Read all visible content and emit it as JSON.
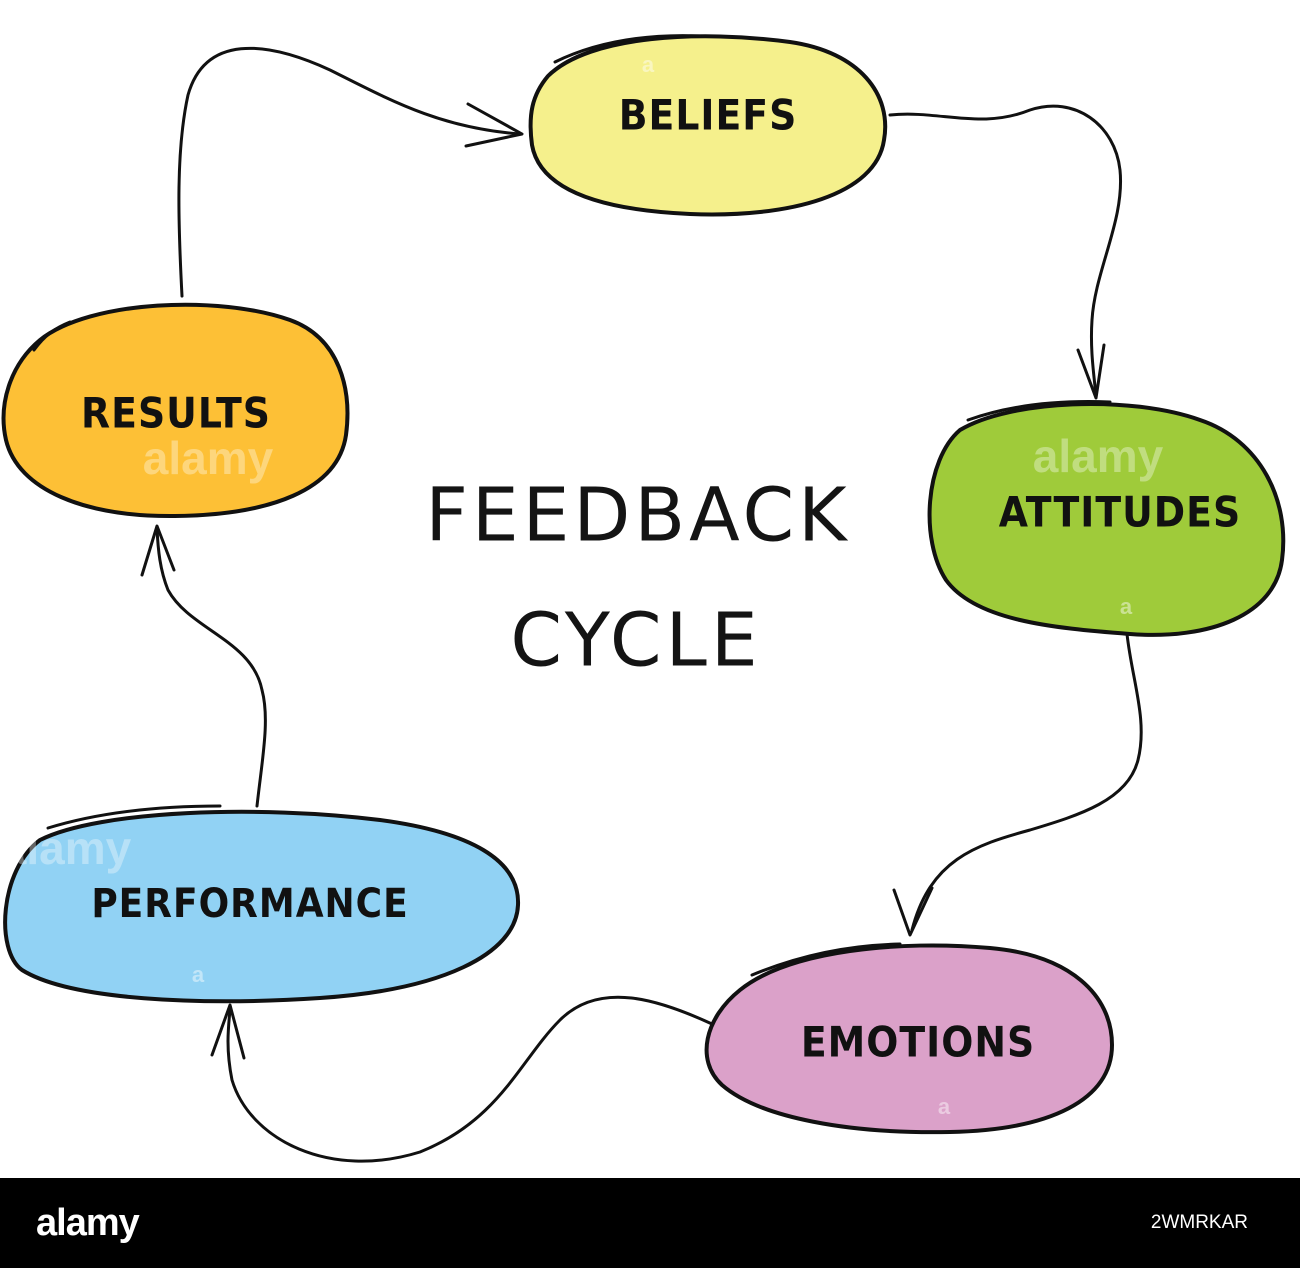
{
  "diagram": {
    "title_lines": [
      "FEEDBACK",
      "CYCLE"
    ],
    "nodes": [
      {
        "id": "beliefs",
        "label": "BELIEFS",
        "color": "#F5F08C"
      },
      {
        "id": "attitudes",
        "label": "ATTITUDES",
        "color": "#9FCB3A"
      },
      {
        "id": "emotions",
        "label": "EMOTIONS",
        "color": "#DBA1C9"
      },
      {
        "id": "performance",
        "label": "PERFORMANCE",
        "color": "#91D2F4"
      },
      {
        "id": "results",
        "label": "RESULTS",
        "color": "#FDC036"
      }
    ],
    "edges": [
      {
        "from": "beliefs",
        "to": "attitudes"
      },
      {
        "from": "attitudes",
        "to": "emotions"
      },
      {
        "from": "emotions",
        "to": "performance"
      },
      {
        "from": "performance",
        "to": "results"
      },
      {
        "from": "results",
        "to": "beliefs"
      }
    ]
  },
  "watermark": {
    "text": "alamy",
    "small_mark": "a"
  },
  "footer": {
    "logo": "alamy",
    "image_id": "2WMRKAR",
    "background": "#000000"
  }
}
